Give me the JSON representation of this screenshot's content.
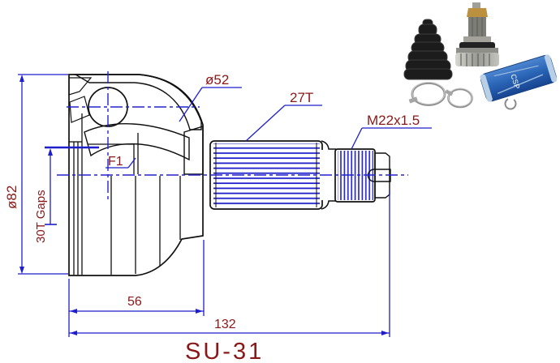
{
  "drawing": {
    "part_number": "SU-31",
    "labels": {
      "outer_diameter": "ø82",
      "hub_spline": "30T Gaps",
      "feature": "F1",
      "race_diameter": "ø52",
      "shaft_spline": "27T",
      "thread": "M22x1.5"
    },
    "dimensions": {
      "inner_length": "56",
      "total_length": "132"
    },
    "colors": {
      "line_blue": "#1e1ecb",
      "outline_black": "#101010",
      "label_red": "#8a1717"
    }
  },
  "photo": {
    "grease_label": "CSP",
    "items": [
      "rubber-boot",
      "cv-joint",
      "grease-packet",
      "boot-clamp-large",
      "boot-clamp-small",
      "circlip"
    ]
  }
}
